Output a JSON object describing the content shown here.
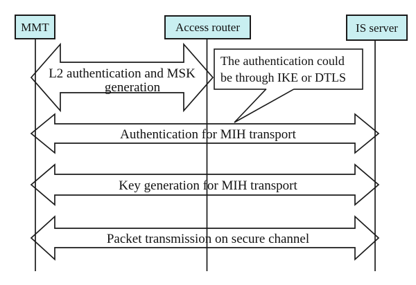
{
  "diagram": {
    "actors": [
      {
        "label": "MMT"
      },
      {
        "label": "Access router"
      },
      {
        "label": "IS server"
      }
    ],
    "messages": [
      {
        "type": "double-block-arrow",
        "from": "MMT",
        "to": "Access router",
        "label_lines": [
          "L2 authentication and MSK",
          "generation"
        ]
      },
      {
        "type": "double-block-arrow",
        "from": "MMT",
        "to": "IS server",
        "label": "Authentication for MIH transport"
      },
      {
        "type": "double-block-arrow",
        "from": "MMT",
        "to": "IS server",
        "label": "Key generation for MIH transport"
      },
      {
        "type": "double-block-arrow",
        "from": "MMT",
        "to": "IS server",
        "label": "Packet transmission on secure channel"
      }
    ],
    "note": {
      "lines": [
        "The authentication could",
        "be through IKE or DTLS"
      ],
      "points_to": "Authentication for MIH transport"
    },
    "colors": {
      "actor_fill": "#c9eff1",
      "stroke": "#1a1a1a",
      "background": "#ffffff"
    }
  }
}
